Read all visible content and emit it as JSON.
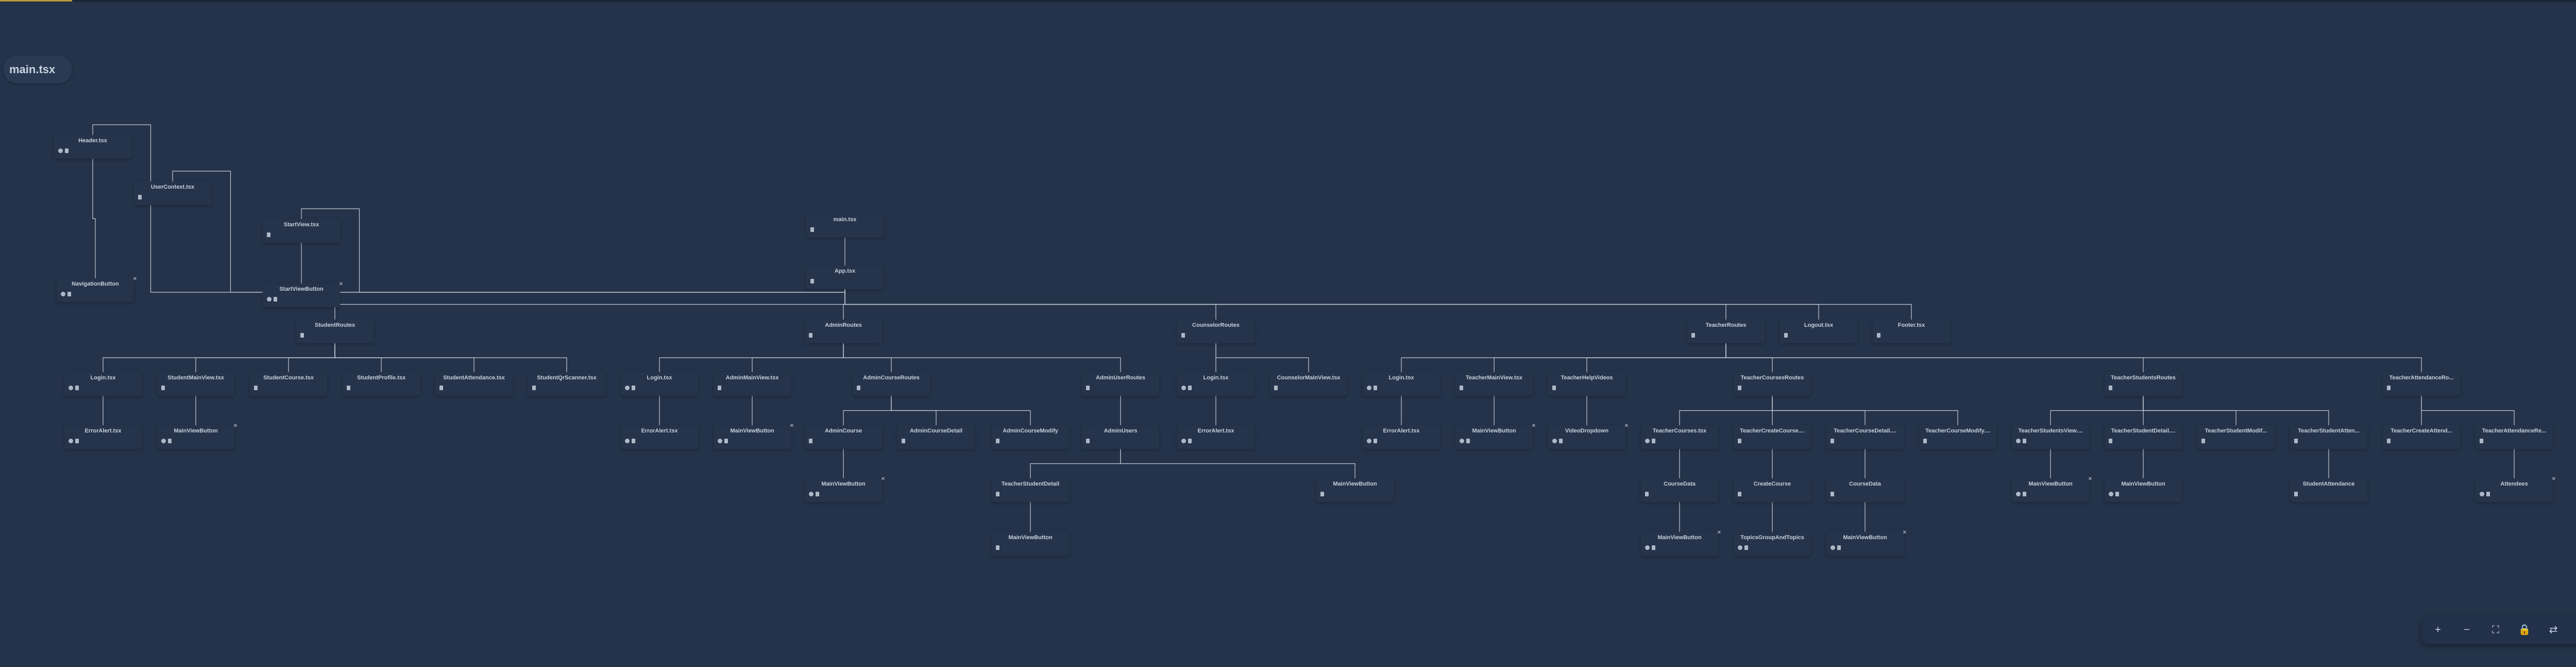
{
  "file_chip": {
    "label": "main.tsx"
  },
  "icon_names": {
    "gear": "gear-icon",
    "file": "file-icon",
    "mark": "pin-icon"
  },
  "colors": {
    "background": "#243349",
    "node": "#25344b",
    "edge": "#c5ccd6",
    "accent": "#b79a3e"
  },
  "nodes": {
    "header": {
      "name": "Header.tsx",
      "icons": [
        "gear",
        "file"
      ],
      "mark": false
    },
    "usercontext": {
      "name": "UserContext.tsx",
      "icons": [
        "file"
      ],
      "mark": false
    },
    "startview": {
      "name": "StartView.tsx",
      "icons": [
        "file"
      ],
      "mark": false
    },
    "navbutton": {
      "name": "NavigationButton",
      "icons": [
        "gear",
        "file"
      ],
      "mark": true
    },
    "startviewbutton": {
      "name": "StartViewButton",
      "icons": [
        "gear",
        "file"
      ],
      "mark": true
    },
    "main": {
      "name": "main.tsx",
      "icons": [
        "file"
      ],
      "mark": false
    },
    "app": {
      "name": "App.tsx",
      "icons": [
        "file"
      ],
      "mark": false
    },
    "studentroutes": {
      "name": "StudentRoutes",
      "icons": [
        "file"
      ],
      "mark": false
    },
    "adminroutes": {
      "name": "AdminRoutes",
      "icons": [
        "file"
      ],
      "mark": false
    },
    "counselorroutes": {
      "name": "CounselorRoutes",
      "icons": [
        "file"
      ],
      "mark": false
    },
    "teacherroutes": {
      "name": "TeacherRoutes",
      "icons": [
        "file"
      ],
      "mark": false
    },
    "logout": {
      "name": "Logout.tsx",
      "icons": [
        "file"
      ],
      "mark": false
    },
    "footer": {
      "name": "Footer.tsx",
      "icons": [
        "file"
      ],
      "mark": false
    },
    "s_login": {
      "name": "Login.tsx",
      "icons": [
        "gear",
        "file"
      ],
      "mark": false
    },
    "s_mainview": {
      "name": "StudentMainView.tsx",
      "icons": [
        "file"
      ],
      "mark": false
    },
    "s_course": {
      "name": "StudentCourse.tsx",
      "icons": [
        "file"
      ],
      "mark": false
    },
    "s_profile": {
      "name": "StudentProfile.tsx",
      "icons": [
        "file"
      ],
      "mark": false
    },
    "s_attendance": {
      "name": "StudentAttendance.tsx",
      "icons": [
        "file"
      ],
      "mark": false
    },
    "s_qr": {
      "name": "StudentQrScanner.tsx",
      "icons": [
        "file"
      ],
      "mark": false
    },
    "s_erroralert": {
      "name": "ErrorAlert.tsx",
      "icons": [
        "gear",
        "file"
      ],
      "mark": false
    },
    "s_mvb": {
      "name": "MainViewButton",
      "icons": [
        "gear",
        "file"
      ],
      "mark": true
    },
    "a_login": {
      "name": "Login.tsx",
      "icons": [
        "gear",
        "file"
      ],
      "mark": false
    },
    "a_mainview": {
      "name": "AdminMainView.tsx",
      "icons": [
        "file"
      ],
      "mark": false
    },
    "a_courseroutes": {
      "name": "AdminCourseRoutes",
      "icons": [
        "file"
      ],
      "mark": false
    },
    "a_userroutes": {
      "name": "AdminUserRoutes",
      "icons": [
        "file"
      ],
      "mark": false
    },
    "a_erroralert": {
      "name": "ErrorAlert.tsx",
      "icons": [
        "gear",
        "file"
      ],
      "mark": false
    },
    "a_mvb": {
      "name": "MainViewButton",
      "icons": [
        "gear",
        "file"
      ],
      "mark": true
    },
    "a_course": {
      "name": "AdminCourse",
      "icons": [
        "file"
      ],
      "mark": false
    },
    "a_coursedetail": {
      "name": "AdminCourseDetail",
      "icons": [
        "file"
      ],
      "mark": false
    },
    "a_coursemodify": {
      "name": "AdminCourseModify",
      "icons": [
        "file"
      ],
      "mark": false
    },
    "a_users": {
      "name": "AdminUsers",
      "icons": [
        "file"
      ],
      "mark": false
    },
    "a_course_mvb": {
      "name": "MainViewButton",
      "icons": [
        "gear",
        "file"
      ],
      "mark": true
    },
    "a_teacherstudentdetail": {
      "name": "TeacherStudentDetail",
      "icons": [
        "file"
      ],
      "mark": false
    },
    "a_users_mvb": {
      "name": "MainViewButton",
      "icons": [
        "file"
      ],
      "mark": false
    },
    "a_tsd_mvb": {
      "name": "MainViewButton",
      "icons": [
        "file"
      ],
      "mark": false
    },
    "c_login": {
      "name": "Login.tsx",
      "icons": [
        "gear",
        "file"
      ],
      "mark": false
    },
    "c_mainview": {
      "name": "CounselorMainView.tsx",
      "icons": [
        "file"
      ],
      "mark": false
    },
    "c_erroralert": {
      "name": "ErrorAlert.tsx",
      "icons": [
        "gear",
        "file"
      ],
      "mark": false
    },
    "t_login": {
      "name": "Login.tsx",
      "icons": [
        "gear",
        "file"
      ],
      "mark": false
    },
    "t_mainview": {
      "name": "TeacherMainView.tsx",
      "icons": [
        "file"
      ],
      "mark": false
    },
    "t_helpvideos": {
      "name": "TeacherHelpVideos",
      "icons": [
        "file"
      ],
      "mark": false
    },
    "t_courseroutes": {
      "name": "TeacherCoursesRoutes",
      "icons": [
        "file"
      ],
      "mark": false
    },
    "t_studentroutes": {
      "name": "TeacherStudentsRoutes",
      "icons": [
        "file"
      ],
      "mark": false
    },
    "t_attendanceroutes": {
      "name": "TeacherAttendanceRo...",
      "icons": [
        "file"
      ],
      "mark": false
    },
    "t_erroralert": {
      "name": "ErrorAlert.tsx",
      "icons": [
        "gear",
        "file"
      ],
      "mark": false
    },
    "t_mvb": {
      "name": "MainViewButton",
      "icons": [
        "gear",
        "file"
      ],
      "mark": true
    },
    "t_videodropdown": {
      "name": "VideoDropdown",
      "icons": [
        "gear",
        "file"
      ],
      "mark": true
    },
    "t_courses": {
      "name": "TeacherCourses.tsx",
      "icons": [
        "gear",
        "file"
      ],
      "mark": false
    },
    "t_createcourse": {
      "name": "TeacherCreateCourse....",
      "icons": [
        "file"
      ],
      "mark": false
    },
    "t_coursedetail": {
      "name": "TeacherCourseDetail....",
      "icons": [
        "file"
      ],
      "mark": false
    },
    "t_coursemodify": {
      "name": "TeacherCourseModify....",
      "icons": [
        "file"
      ],
      "mark": false
    },
    "t_studentsview": {
      "name": "TeacherStudentsView....",
      "icons": [
        "gear",
        "file"
      ],
      "mark": false
    },
    "t_studentdetail": {
      "name": "TeacherStudentDetail....",
      "icons": [
        "file"
      ],
      "mark": false
    },
    "t_studentmodify": {
      "name": "TeacherStudentModif...",
      "icons": [
        "file"
      ],
      "mark": false
    },
    "t_studentatten": {
      "name": "TeacherStudentAtten...",
      "icons": [
        "file"
      ],
      "mark": false
    },
    "t_createattend": {
      "name": "TeacherCreateAttend...",
      "icons": [
        "file"
      ],
      "mark": false
    },
    "t_attendancere": {
      "name": "TeacherAttendanceRe...",
      "icons": [
        "file"
      ],
      "mark": false
    },
    "t_coursedata1": {
      "name": "CourseData",
      "icons": [
        "file"
      ],
      "mark": false
    },
    "t_createcourse2": {
      "name": "CreateCourse",
      "icons": [
        "file"
      ],
      "mark": false
    },
    "t_coursedata2": {
      "name": "CourseData",
      "icons": [
        "file"
      ],
      "mark": false
    },
    "t_sv_mvb": {
      "name": "MainViewButton",
      "icons": [
        "gear",
        "file"
      ],
      "mark": true
    },
    "t_sd_mvb": {
      "name": "MainViewButton",
      "icons": [
        "gear",
        "file"
      ],
      "mark": false
    },
    "t_studentattendance": {
      "name": "StudentAttendance",
      "icons": [
        "file"
      ],
      "mark": false
    },
    "t_attendees": {
      "name": "Attendees",
      "icons": [
        "gear",
        "file"
      ],
      "mark": true
    },
    "t_cd1_mvb": {
      "name": "MainViewButton",
      "icons": [
        "gear",
        "file"
      ],
      "mark": true
    },
    "t_topics": {
      "name": "TopicsGroupAndTopics",
      "icons": [
        "gear",
        "file"
      ],
      "mark": false
    },
    "t_cd2_mvb": {
      "name": "MainViewButton",
      "icons": [
        "gear",
        "file"
      ],
      "mark": true
    }
  },
  "edges": [
    [
      "main",
      "app"
    ],
    [
      "app",
      "studentroutes"
    ],
    [
      "app",
      "adminroutes"
    ],
    [
      "app",
      "counselorroutes"
    ],
    [
      "app",
      "teacherroutes"
    ],
    [
      "app",
      "logout"
    ],
    [
      "app",
      "footer"
    ],
    [
      "app",
      "header"
    ],
    [
      "app",
      "usercontext"
    ],
    [
      "app",
      "startview"
    ],
    [
      "header",
      "navbutton"
    ],
    [
      "startview",
      "startviewbutton"
    ],
    [
      "studentroutes",
      "s_login"
    ],
    [
      "studentroutes",
      "s_mainview"
    ],
    [
      "studentroutes",
      "s_course"
    ],
    [
      "studentroutes",
      "s_profile"
    ],
    [
      "studentroutes",
      "s_attendance"
    ],
    [
      "studentroutes",
      "s_qr"
    ],
    [
      "s_login",
      "s_erroralert"
    ],
    [
      "s_mainview",
      "s_mvb"
    ],
    [
      "adminroutes",
      "a_login"
    ],
    [
      "adminroutes",
      "a_mainview"
    ],
    [
      "adminroutes",
      "a_courseroutes"
    ],
    [
      "adminroutes",
      "a_userroutes"
    ],
    [
      "a_login",
      "a_erroralert"
    ],
    [
      "a_mainview",
      "a_mvb"
    ],
    [
      "a_courseroutes",
      "a_course"
    ],
    [
      "a_courseroutes",
      "a_coursedetail"
    ],
    [
      "a_courseroutes",
      "a_coursemodify"
    ],
    [
      "a_userroutes",
      "a_users"
    ],
    [
      "a_course",
      "a_course_mvb"
    ],
    [
      "a_users",
      "a_teacherstudentdetail"
    ],
    [
      "a_users",
      "a_users_mvb"
    ],
    [
      "a_teacherstudentdetail",
      "a_tsd_mvb"
    ],
    [
      "counselorroutes",
      "c_login"
    ],
    [
      "counselorroutes",
      "c_mainview"
    ],
    [
      "c_login",
      "c_erroralert"
    ],
    [
      "teacherroutes",
      "t_login"
    ],
    [
      "teacherroutes",
      "t_mainview"
    ],
    [
      "teacherroutes",
      "t_helpvideos"
    ],
    [
      "teacherroutes",
      "t_courseroutes"
    ],
    [
      "teacherroutes",
      "t_studentroutes"
    ],
    [
      "teacherroutes",
      "t_attendanceroutes"
    ],
    [
      "t_login",
      "t_erroralert"
    ],
    [
      "t_mainview",
      "t_mvb"
    ],
    [
      "t_helpvideos",
      "t_videodropdown"
    ],
    [
      "t_courseroutes",
      "t_courses"
    ],
    [
      "t_courseroutes",
      "t_createcourse"
    ],
    [
      "t_courseroutes",
      "t_coursedetail"
    ],
    [
      "t_courseroutes",
      "t_coursemodify"
    ],
    [
      "t_studentroutes",
      "t_studentsview"
    ],
    [
      "t_studentroutes",
      "t_studentdetail"
    ],
    [
      "t_studentroutes",
      "t_studentmodify"
    ],
    [
      "t_studentroutes",
      "t_studentatten"
    ],
    [
      "t_attendanceroutes",
      "t_createattend"
    ],
    [
      "t_attendanceroutes",
      "t_attendancere"
    ],
    [
      "t_courses",
      "t_coursedata1"
    ],
    [
      "t_createcourse",
      "t_createcourse2"
    ],
    [
      "t_coursedetail",
      "t_coursedata2"
    ],
    [
      "t_studentsview",
      "t_sv_mvb"
    ],
    [
      "t_studentdetail",
      "t_sd_mvb"
    ],
    [
      "t_studentatten",
      "t_studentattendance"
    ],
    [
      "t_attendancere",
      "t_attendees"
    ],
    [
      "t_coursedata1",
      "t_cd1_mvb"
    ],
    [
      "t_createcourse2",
      "t_topics"
    ],
    [
      "t_coursedata2",
      "t_cd2_mvb"
    ]
  ],
  "controls": [
    {
      "name": "zoom-in-button",
      "icon": "plus-icon",
      "glyph": "+"
    },
    {
      "name": "zoom-out-button",
      "icon": "minus-icon",
      "glyph": "−"
    },
    {
      "name": "fit-view-button",
      "icon": "fit-icon",
      "glyph": "⛶"
    },
    {
      "name": "lock-button",
      "icon": "lock-icon",
      "glyph": "🔒"
    },
    {
      "name": "swap-button",
      "icon": "swap-icon",
      "glyph": "⇄"
    },
    {
      "name": "settings-button",
      "icon": "gear-icon",
      "glyph": "⚙"
    }
  ]
}
